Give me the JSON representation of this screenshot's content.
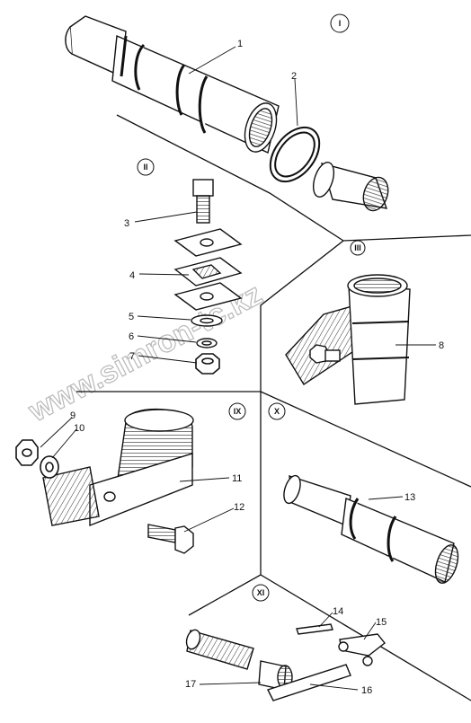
{
  "watermark": "www.simron-tc.kz",
  "sections": {
    "s1": "I",
    "s2": "II",
    "s3": "III",
    "s9": "IX",
    "s10": "X",
    "s11": "XI"
  },
  "labels": {
    "p1": "1",
    "p2": "2",
    "p3": "3",
    "p4": "4",
    "p5": "5",
    "p6": "6",
    "p7": "7",
    "p8": "8",
    "p9": "9",
    "p10": "10",
    "p11": "11",
    "p12": "12",
    "p13": "13",
    "p14": "14",
    "p15": "15",
    "p16": "16",
    "p17": "17"
  },
  "colors": {
    "ink": "#111111",
    "hatch": "#333333",
    "watermark": "#b9b9b9"
  }
}
